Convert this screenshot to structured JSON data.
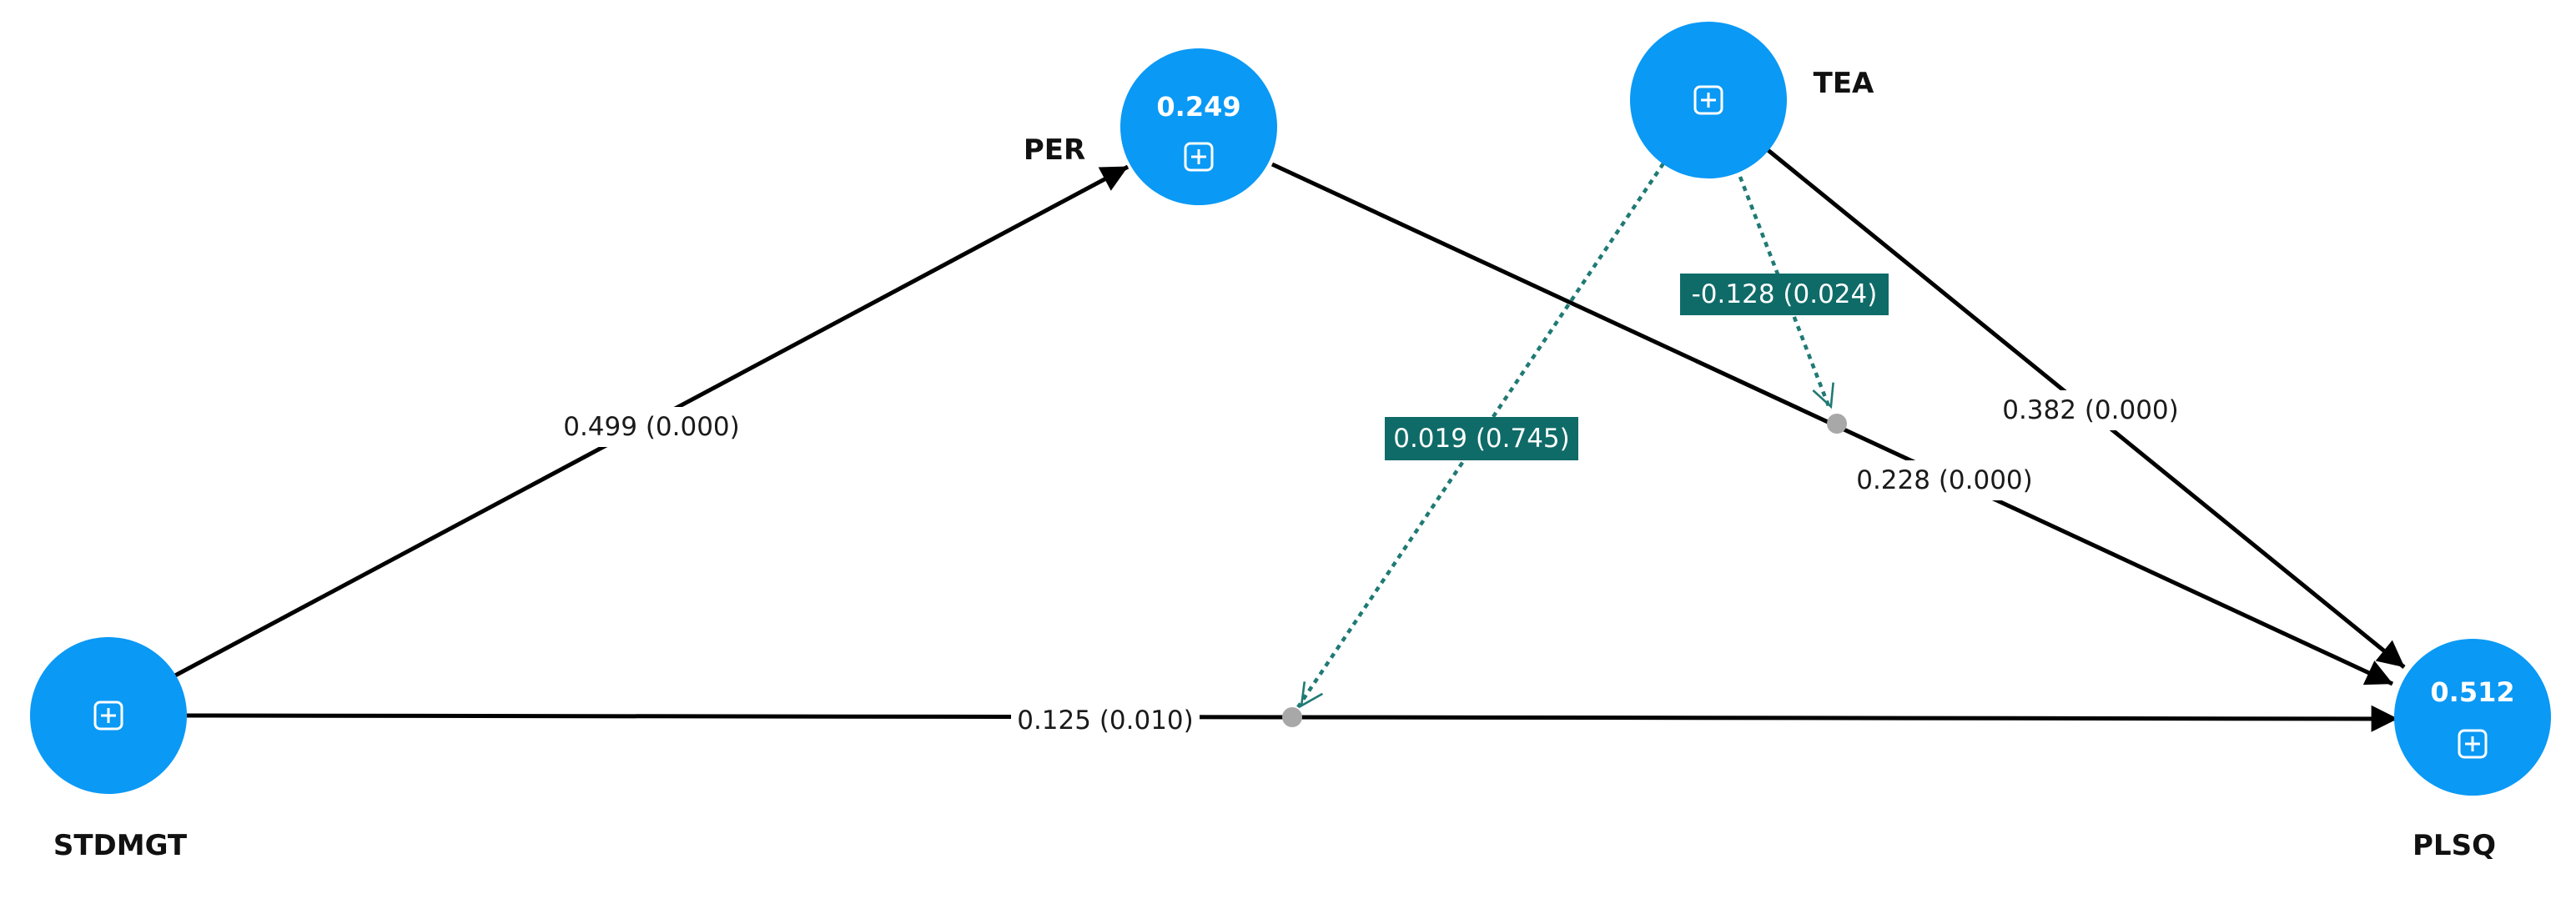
{
  "colors": {
    "node_fill": "#0a99f5",
    "path_line": "#000000",
    "moderator_line": "#1f7a74",
    "moderator_label_bg": "#0f6b68",
    "junction_dot": "#a8a8a8",
    "label_bg": "#ffffff"
  },
  "nodes": {
    "stdmgt": {
      "label": "STDMGT",
      "r2": "",
      "icon": "expand-icon"
    },
    "per": {
      "label": "PER",
      "r2": "0.249",
      "icon": "expand-icon"
    },
    "tea": {
      "label": "TEA",
      "r2": "",
      "icon": "expand-icon"
    },
    "plsq": {
      "label": "PLSQ",
      "r2": "0.512",
      "icon": "expand-icon"
    }
  },
  "paths": {
    "stdmgt_per": {
      "from": "STDMGT",
      "to": "PER",
      "label": "0.499 (0.000)"
    },
    "per_plsq": {
      "from": "PER",
      "to": "PLSQ",
      "label": "0.228 (0.000)"
    },
    "tea_plsq": {
      "from": "TEA",
      "to": "PLSQ",
      "label": "0.382 (0.000)"
    },
    "stdmgt_plsq": {
      "from": "STDMGT",
      "to": "PLSQ",
      "label": "0.125 (0.010)"
    }
  },
  "moderators": {
    "tea_x_per": {
      "from": "TEA",
      "onto_path": "PER → PLSQ",
      "label": "-0.128 (0.024)"
    },
    "tea_x_stdmgt": {
      "from": "TEA",
      "onto_path": "STDMGT → PLSQ",
      "label": "0.019 (0.745)"
    }
  }
}
